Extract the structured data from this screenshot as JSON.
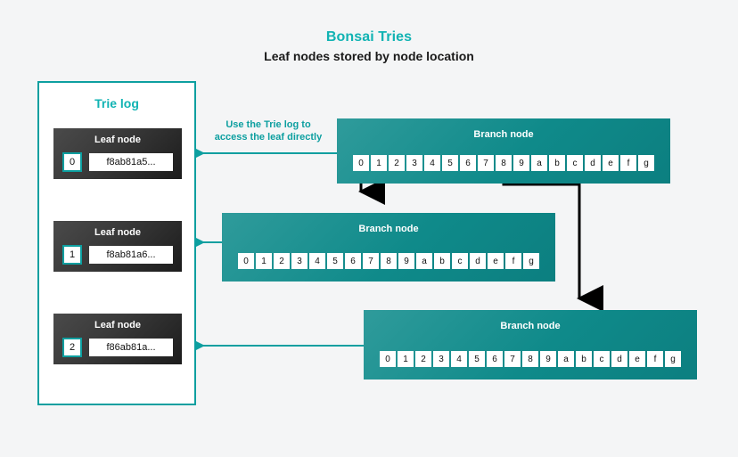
{
  "header": {
    "title": "Bonsai Tries",
    "subtitle": "Leaf nodes stored by node location"
  },
  "colors": {
    "teal": "#0d9fa0",
    "teal_bright": "#11b3b3",
    "branch_fill": "#0f8a8a",
    "leaf_fill": "#2b2b2b",
    "background": "#f4f5f6",
    "arrow_black": "#000000"
  },
  "trie_log": {
    "title": "Trie log",
    "leaf_nodes": [
      {
        "title": "Leaf node",
        "index": "0",
        "hash": "f8ab81a5..."
      },
      {
        "title": "Leaf node",
        "index": "1",
        "hash": "f8ab81a6..."
      },
      {
        "title": "Leaf node",
        "index": "2",
        "hash": "f86ab81a..."
      }
    ]
  },
  "annotation": {
    "line1": "Use the Trie log to",
    "line2": "access the leaf directly"
  },
  "branch_nodes": [
    {
      "title": "Branch node",
      "cells": [
        "0",
        "1",
        "2",
        "3",
        "4",
        "5",
        "6",
        "7",
        "8",
        "9",
        "a",
        "b",
        "c",
        "d",
        "e",
        "f",
        "g"
      ],
      "outgoing_cells": [
        "0",
        "8"
      ]
    },
    {
      "title": "Branch node",
      "cells": [
        "0",
        "1",
        "2",
        "3",
        "4",
        "5",
        "6",
        "7",
        "8",
        "9",
        "a",
        "b",
        "c",
        "d",
        "e",
        "f",
        "g"
      ],
      "outgoing_cells": []
    },
    {
      "title": "Branch node",
      "cells": [
        "0",
        "1",
        "2",
        "3",
        "4",
        "5",
        "6",
        "7",
        "8",
        "9",
        "a",
        "b",
        "c",
        "d",
        "e",
        "f",
        "g"
      ],
      "outgoing_cells": []
    }
  ]
}
